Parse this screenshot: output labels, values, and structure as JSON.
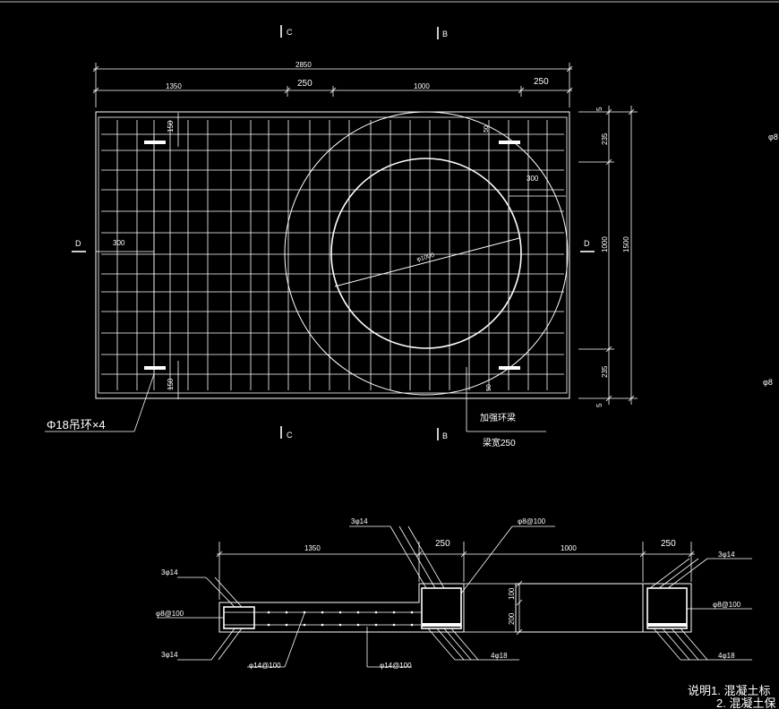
{
  "section_marks": {
    "c_top": "C",
    "b_top": "B",
    "c_bottom": "C",
    "b_bottom": "B",
    "d_left": "D",
    "d_right": "D"
  },
  "plan": {
    "overall_width": "2850",
    "seg_left": "1350",
    "seg_mid": "250",
    "seg_right": "1000",
    "seg_end": "250",
    "right_top": "5",
    "right_upper": "235",
    "right_mid": "1000",
    "right_bottom": "235",
    "right_end": "5",
    "right_total": "1500",
    "offset_left": "300",
    "offset_right": "300",
    "dim_150_top": "150",
    "dim_150_bottom": "150",
    "dim_50_top": "50",
    "dim_50_bottom": "50",
    "diameter": "φ1000",
    "lifting_ring": "Φ18吊环×4",
    "ring_beam_1": "加强环梁",
    "ring_beam_2": "梁宽250",
    "edge_label_1": "φ8",
    "edge_label_2": "φ8"
  },
  "section": {
    "dim_1350": "1350",
    "dim_250_a": "250",
    "dim_1000": "1000",
    "dim_250_b": "250",
    "dim_100": "100",
    "dim_200": "200",
    "l_3phi14_top": "3φ14",
    "l_phi8_100_left": "φ8@100",
    "l_3phi14_bot": "3φ14",
    "l_phi14_100_a": "φ14@100",
    "l_phi14_100_b": "φ14@100",
    "l_3phi14_mid": "3φ14",
    "l_phi8_100_mid": "φ8@100",
    "l_4phi18_mid": "4φ18",
    "l_3phi14_right": "3φ14",
    "l_phi8_100_right": "φ8@100",
    "l_4phi18_right": "4φ18"
  },
  "notes": {
    "line1": "说明1. 混凝土标",
    "line2": "2. 混凝土保"
  }
}
